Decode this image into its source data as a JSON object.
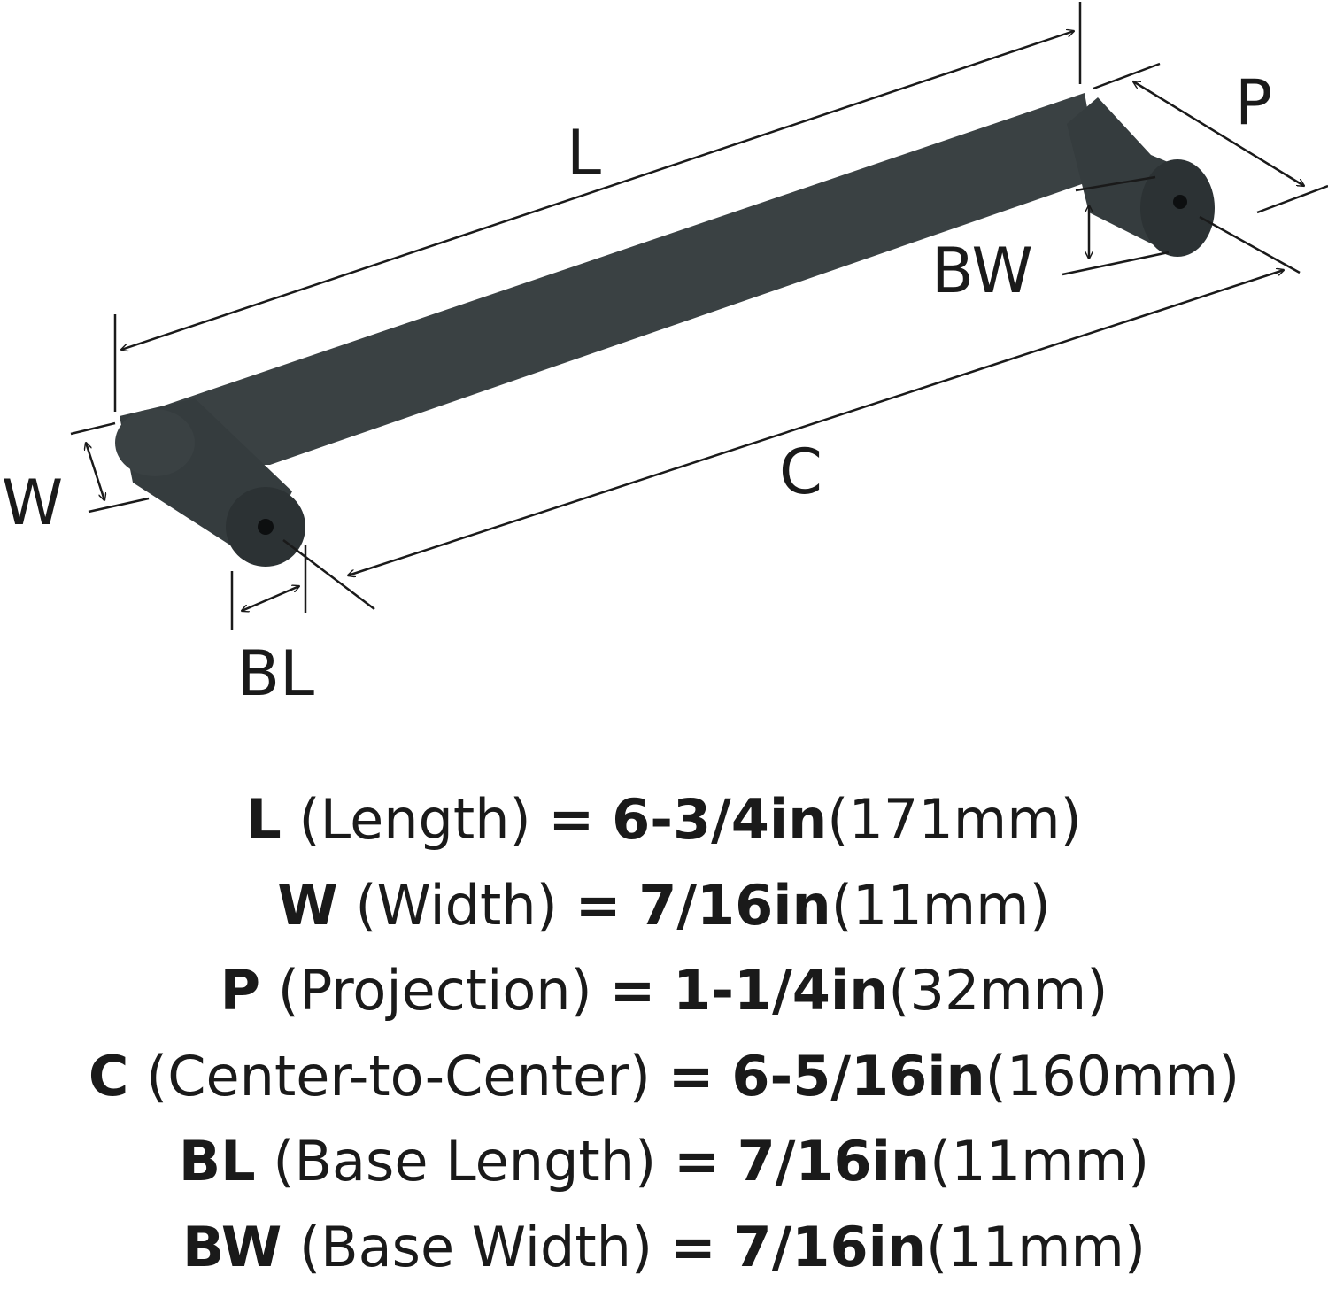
{
  "diagram": {
    "labels": {
      "L": "L",
      "P": "P",
      "BW": "BW",
      "W": "W",
      "C": "C",
      "BL": "BL"
    },
    "colors": {
      "handle": "#3a4143",
      "handle_shadow": "#2c3234",
      "line": "#1a1a1a"
    }
  },
  "specs": [
    {
      "abbr": "L",
      "name": "(Length)",
      "imperial": "6-3/4in",
      "metric": "(171mm)"
    },
    {
      "abbr": "W",
      "name": "(Width)",
      "imperial": "7/16in",
      "metric": "(11mm)"
    },
    {
      "abbr": "P",
      "name": "(Projection)",
      "imperial": "1-1/4in",
      "metric": "(32mm)"
    },
    {
      "abbr": "C",
      "name": "(Center-to-Center)",
      "imperial": "6-5/16in",
      "metric": "(160mm)"
    },
    {
      "abbr": "BL",
      "name": "(Base Length)",
      "imperial": "7/16in",
      "metric": "(11mm)"
    },
    {
      "abbr": "BW",
      "name": "(Base Width)",
      "imperial": "7/16in",
      "metric": "(11mm)"
    }
  ],
  "equals": "="
}
